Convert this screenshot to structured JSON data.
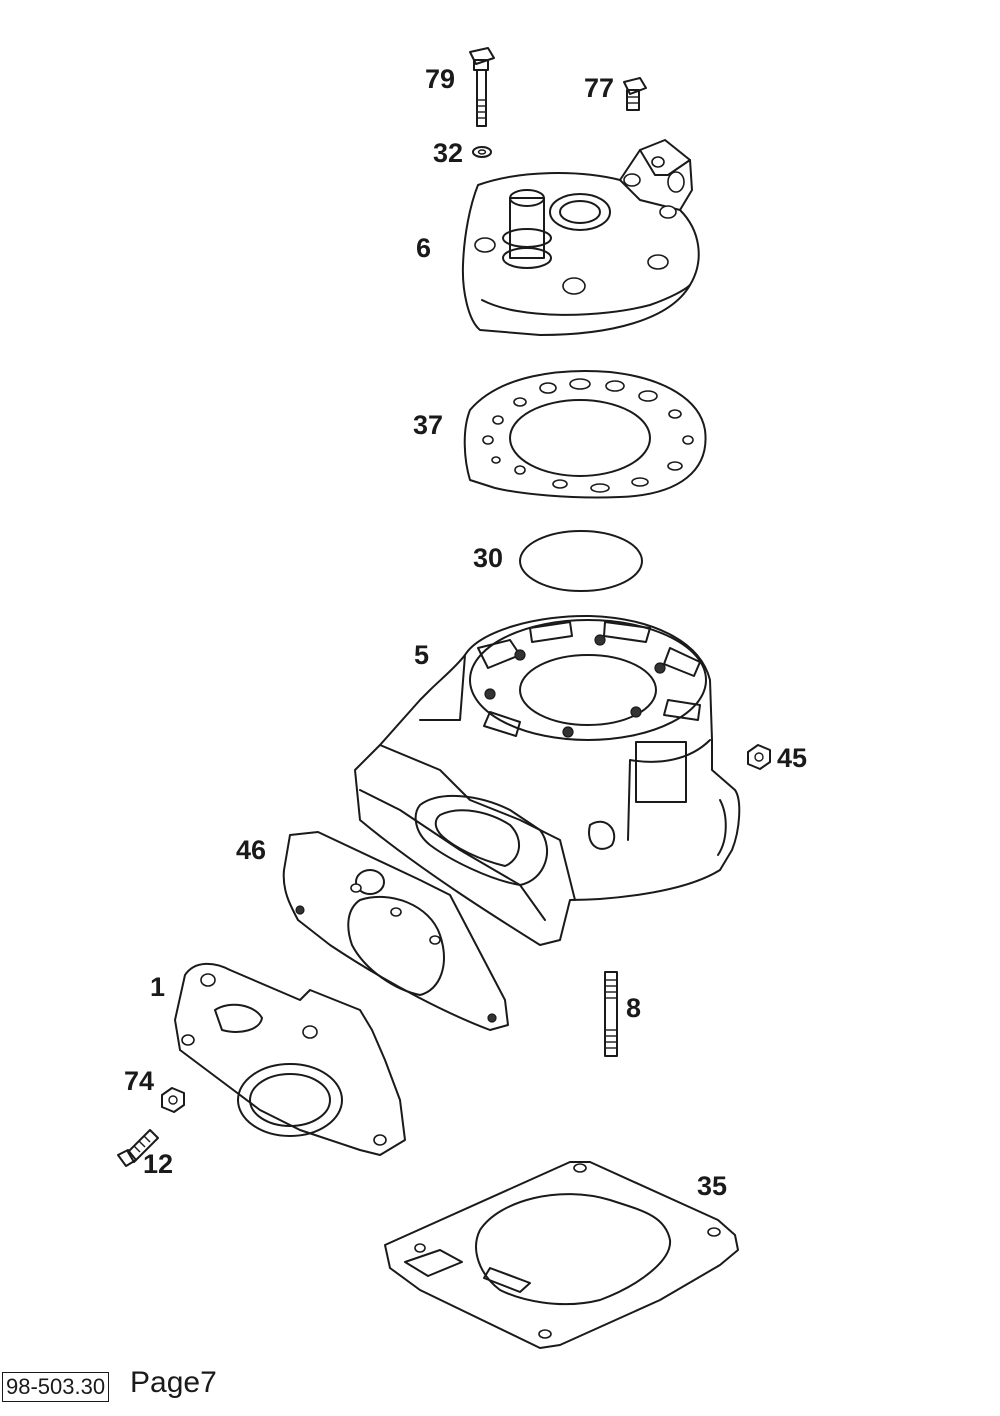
{
  "diagram": {
    "callouts": {
      "c79": "79",
      "c77": "77",
      "c32": "32",
      "c6": "6",
      "c37": "37",
      "c30": "30",
      "c5": "5",
      "c45": "45",
      "c46": "46",
      "c1": "1",
      "c8": "8",
      "c74": "74",
      "c12": "12",
      "c35": "35"
    }
  },
  "footer": {
    "code": "98-503.30",
    "page": "Page7"
  }
}
